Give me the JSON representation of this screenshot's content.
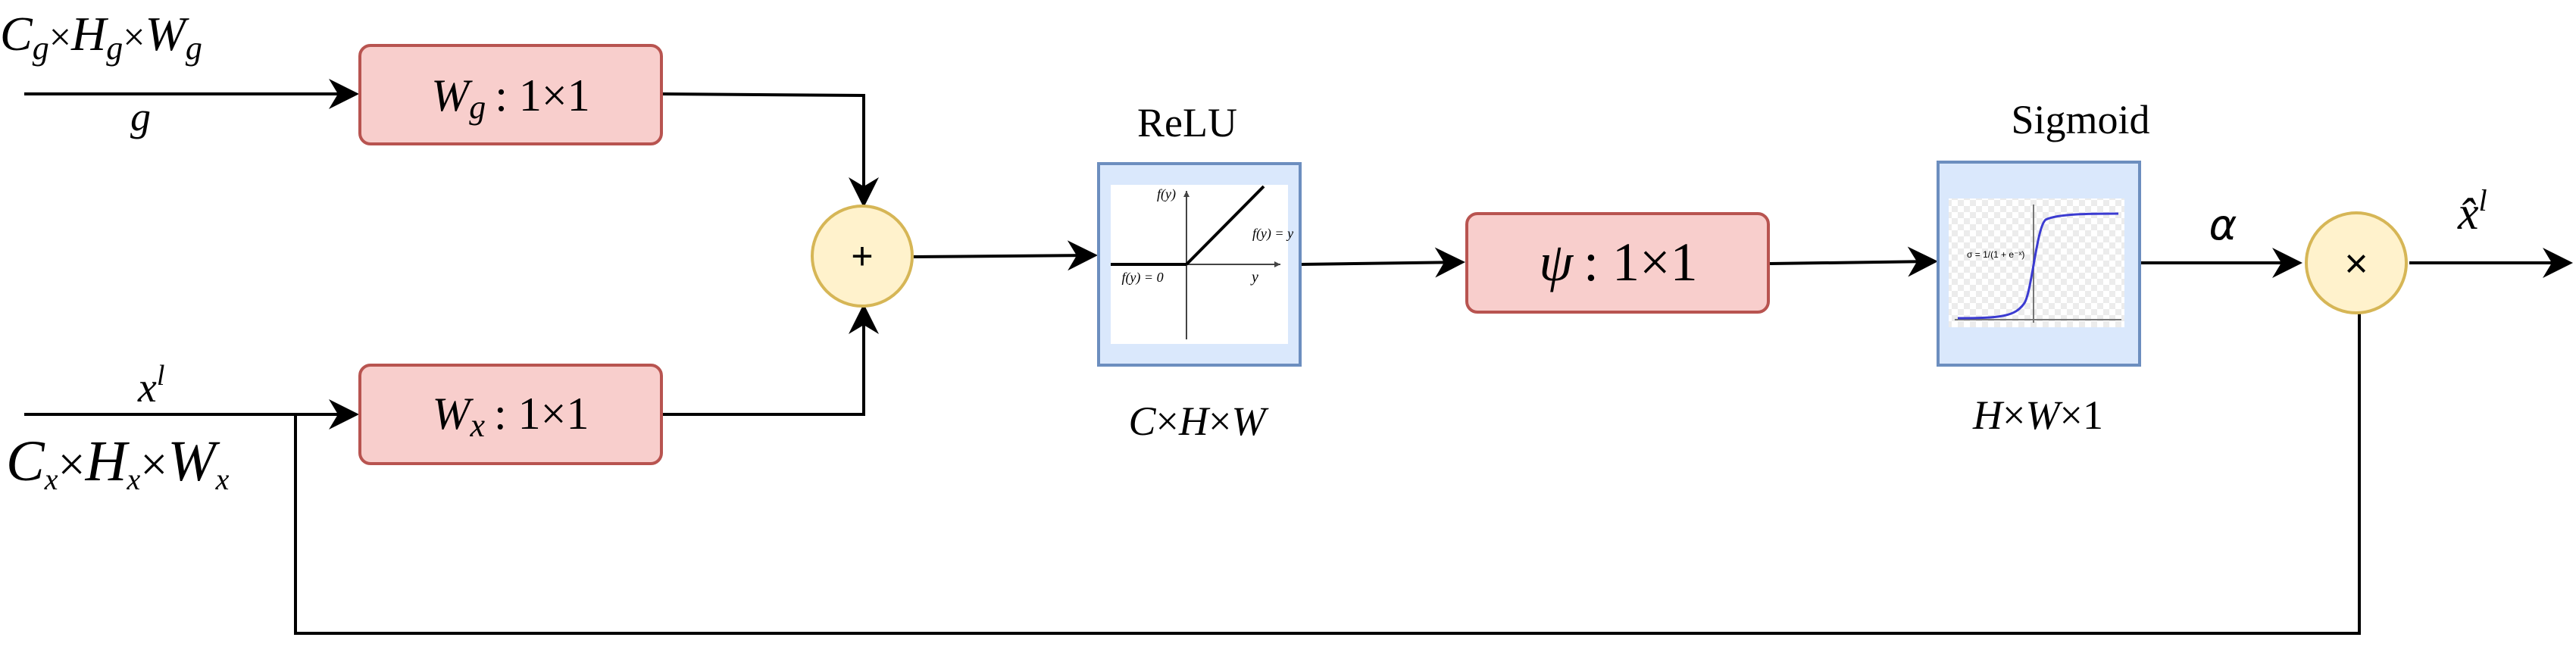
{
  "inputs": {
    "g": {
      "dims": {
        "C": "C",
        "Csub": "g",
        "H": "H",
        "Hsub": "g",
        "W": "W",
        "Wsub": "g",
        "times": "×"
      },
      "label": "g"
    },
    "x": {
      "label": "x",
      "label_sup": "l",
      "dims": {
        "C": "C",
        "Csub": "x",
        "H": "H",
        "Hsub": "x",
        "W": "W",
        "Wsub": "x",
        "times": "×"
      }
    }
  },
  "blocks": {
    "wg": {
      "main": "W",
      "sub": "g",
      "op": ": 1×1"
    },
    "wx": {
      "main": "W",
      "sub": "x",
      "op": ": 1×1"
    },
    "add": {
      "symbol": "+"
    },
    "relu": {
      "title": "ReLU",
      "dims_C": "C",
      "dims_H": "H",
      "dims_W": "W",
      "times": "×",
      "plot": {
        "ylabel": "f(y)",
        "xlabel": "y",
        "pos_label": "f(y) = y",
        "neg_label": "f(y) = 0"
      }
    },
    "psi": {
      "main": "ψ",
      "op": ": 1×1"
    },
    "sigmoid": {
      "title": "Sigmoid",
      "dims_H": "H",
      "dims_W": "W",
      "dims_one": "1",
      "times": "×",
      "plot": {
        "formula": "σ = 1/(1 + e⁻ˣ)"
      }
    },
    "mul": {
      "symbol": "×",
      "alpha": "α"
    }
  },
  "output": {
    "label": "x̂",
    "label_sup": "l"
  },
  "colors": {
    "red_fill": "#f8cecc",
    "red_stroke": "#b85450",
    "blue_fill": "#dae8fc",
    "blue_stroke": "#6c8ebf",
    "yellow_fill": "#fff2cc",
    "yellow_stroke": "#d6b656",
    "sigmoid_curve": "#3b3bd1"
  }
}
